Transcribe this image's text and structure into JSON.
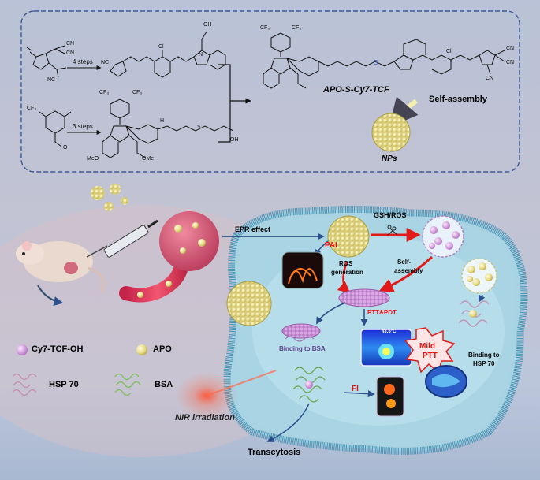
{
  "synthesis": {
    "route1_steps": "4 steps",
    "route2_steps": "3 steps",
    "cf3": "CF₃",
    "h": "H",
    "oh": "OH",
    "meo": "MeO",
    "ome": "OMe",
    "o": "O",
    "s": "S",
    "n": "N",
    "cl": "Cl",
    "cn": "CN",
    "nc": "NC",
    "product_name": "APO-S-Cy7-TCF",
    "self_assembly": "Self-assembly",
    "nps": "NPs"
  },
  "process": {
    "epr_effect": "EPR effect",
    "gsh_ros": "GSH/ROS",
    "pai": "PAI",
    "ros_generation_1": "ROS",
    "ros_generation_2": "generation",
    "self_assembly_1": "Self-",
    "self_assembly_2": "assembly",
    "ptt_pdt": "PTT&PDT",
    "temperature": "43.5°C",
    "mild_ptt_1": "Mild",
    "mild_ptt_2": "PTT",
    "binding_bsa": "Binding to BSA",
    "binding_hsp_1": "Binding to",
    "binding_hsp_2": "HSP 70",
    "fi": "FI",
    "transcytosis": "Transcytosis",
    "nir_irradiation": "NIR irradiation"
  },
  "legend": {
    "cy7": "Cy7-TCF-OH",
    "apo": "APO",
    "hsp70": "HSP 70",
    "bsa": "BSA"
  },
  "colors": {
    "cy7": "#c98fd6",
    "apo": "#e8dc8a",
    "accent_red": "#e11a1a",
    "cell": "#5fa9c4"
  }
}
